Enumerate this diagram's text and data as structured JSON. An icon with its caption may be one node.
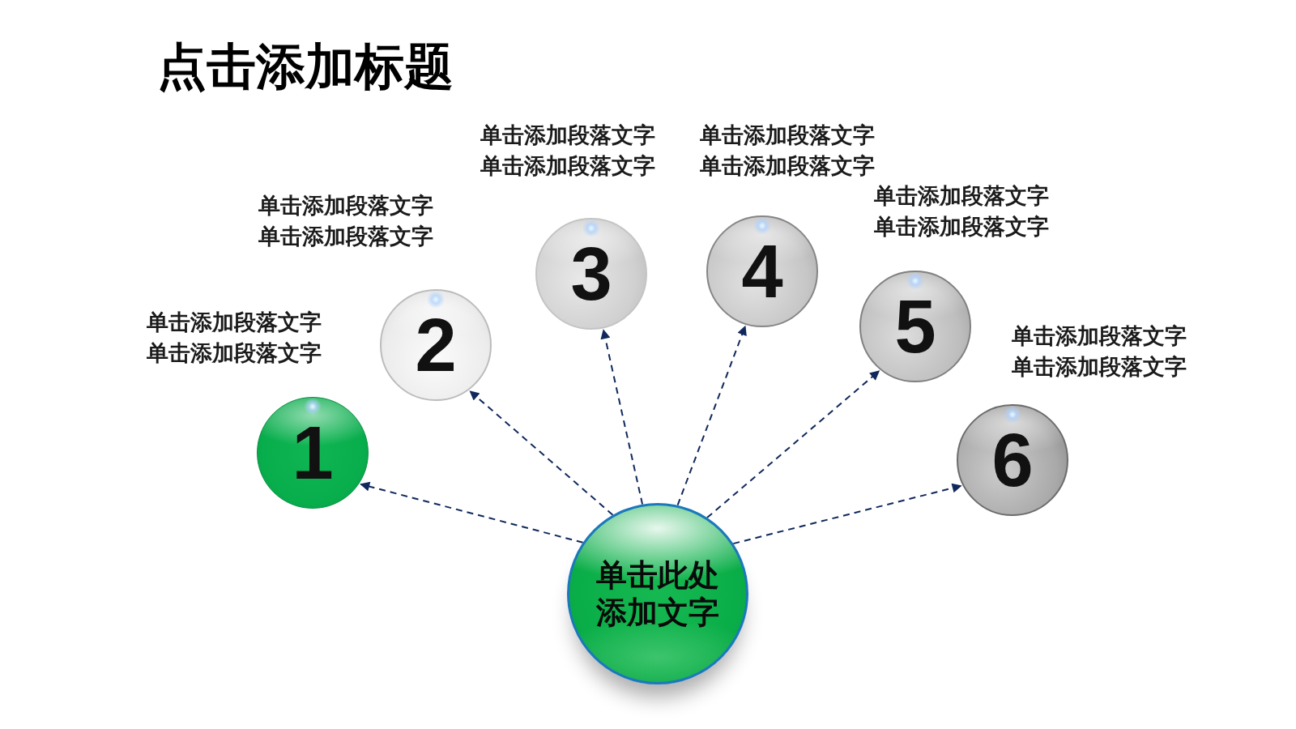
{
  "diagram": {
    "title": "点击添加标题",
    "nodes": [
      {
        "text": [
          "1"
        ],
        "beside": [
          "单击添加段落文字",
          "单击添加段落文字"
        ]
      },
      {
        "text": [
          "2"
        ],
        "beside": [
          "单击添加段落文字",
          "单击添加段落文字"
        ]
      },
      {
        "text": [
          "3"
        ],
        "beside": [
          "单击添加段落文字",
          "单击添加段落文字"
        ]
      },
      {
        "text": [
          "4"
        ],
        "beside": [
          "单击添加段落文字",
          "单击添加段落文字"
        ]
      },
      {
        "text": [
          "5"
        ],
        "beside": [
          "单击添加段落文字",
          "单击添加段落文字"
        ]
      },
      {
        "text": [
          "6"
        ],
        "beside": [
          "单击添加段落文字",
          "单击添加段落文字"
        ]
      },
      {
        "text": [
          "单击此处添加文字"
        ]
      }
    ],
    "edges": [
      {
        "from": 6,
        "to": 0,
        "arrow": "to",
        "style": "dashed"
      },
      {
        "from": 6,
        "to": 1,
        "arrow": "to",
        "style": "dashed"
      },
      {
        "from": 6,
        "to": 2,
        "arrow": "to",
        "style": "dashed"
      },
      {
        "from": 6,
        "to": 3,
        "arrow": "to",
        "style": "dashed"
      },
      {
        "from": 6,
        "to": 4,
        "arrow": "to",
        "style": "dashed"
      },
      {
        "from": 6,
        "to": 5,
        "arrow": "to",
        "style": "dashed"
      }
    ]
  }
}
